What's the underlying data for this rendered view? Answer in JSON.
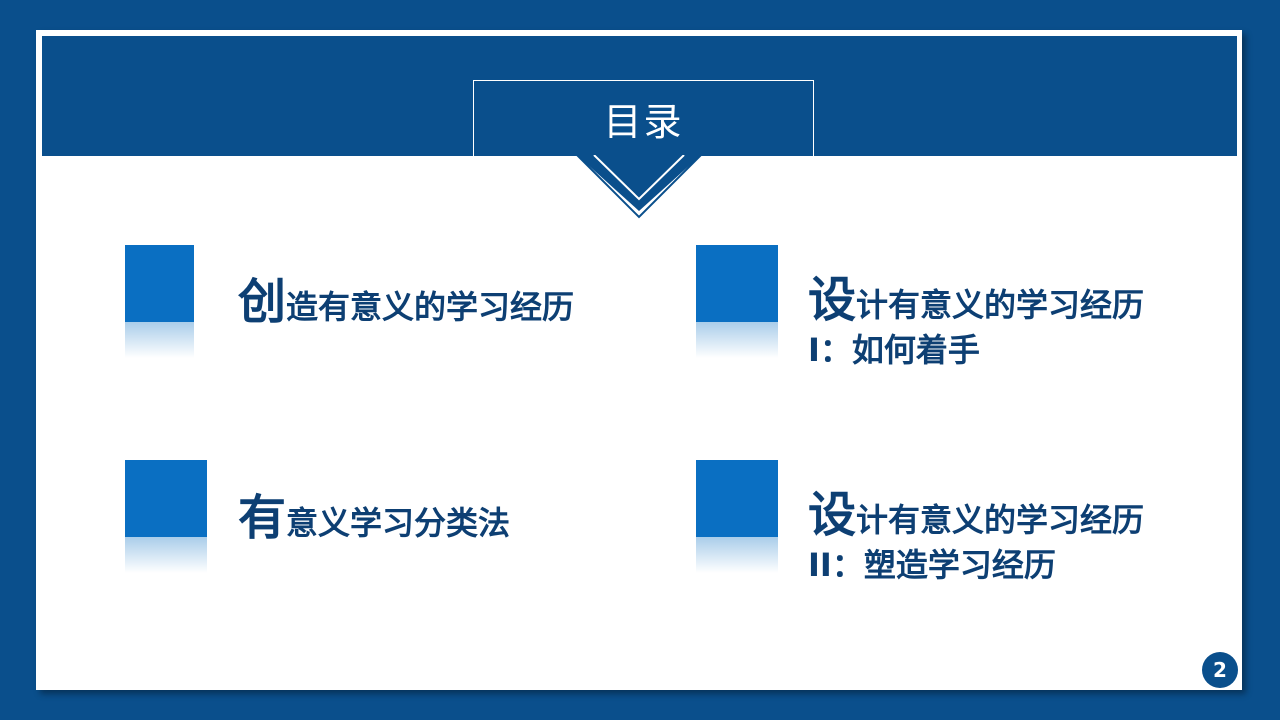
{
  "title": "目录",
  "items": [
    {
      "lead": "创",
      "rest": "造有意义的学习经历",
      "line2": ""
    },
    {
      "lead": "设",
      "rest": "计有意义的学习经历",
      "line2": "I：如何着手"
    },
    {
      "lead": "有",
      "rest": "意义学习分类法",
      "line2": ""
    },
    {
      "lead": "设",
      "rest": "计有意义的学习经历",
      "line2": "II：塑造学习经历"
    }
  ],
  "page_number": "2",
  "colors": {
    "primary": "#0a4f8c",
    "square": "#0a6fc2",
    "text": "#0d3f73",
    "card": "#ffffff"
  }
}
